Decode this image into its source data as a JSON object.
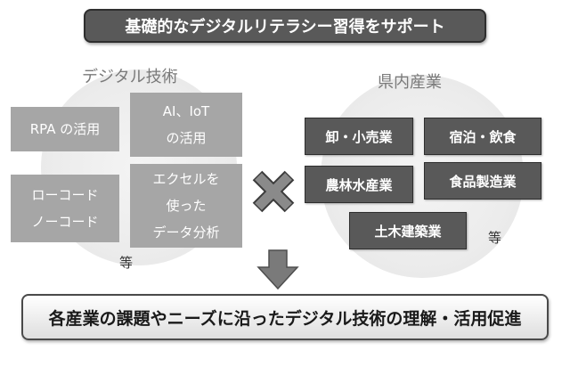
{
  "title": "基礎的なデジタルリテラシー習得をサポート",
  "digital_tech": {
    "label": "デジタル技術",
    "items": [
      {
        "lines": [
          "RPA の活用"
        ]
      },
      {
        "lines": [
          "AI、IoT",
          "の活用"
        ]
      },
      {
        "lines": [
          "ローコード",
          "ノーコード"
        ]
      },
      {
        "lines": [
          "エクセルを",
          "使った",
          "データ分析"
        ]
      }
    ],
    "etc": "等"
  },
  "industries": {
    "label": "県内産業",
    "items": [
      "卸・小売業",
      "宿泊・飲食",
      "農林水産業",
      "食品製造業",
      "土木建築業"
    ],
    "etc": "等"
  },
  "bottom": "各産業の課題やニーズに沿ったデジタル技術の理解・活用促進"
}
